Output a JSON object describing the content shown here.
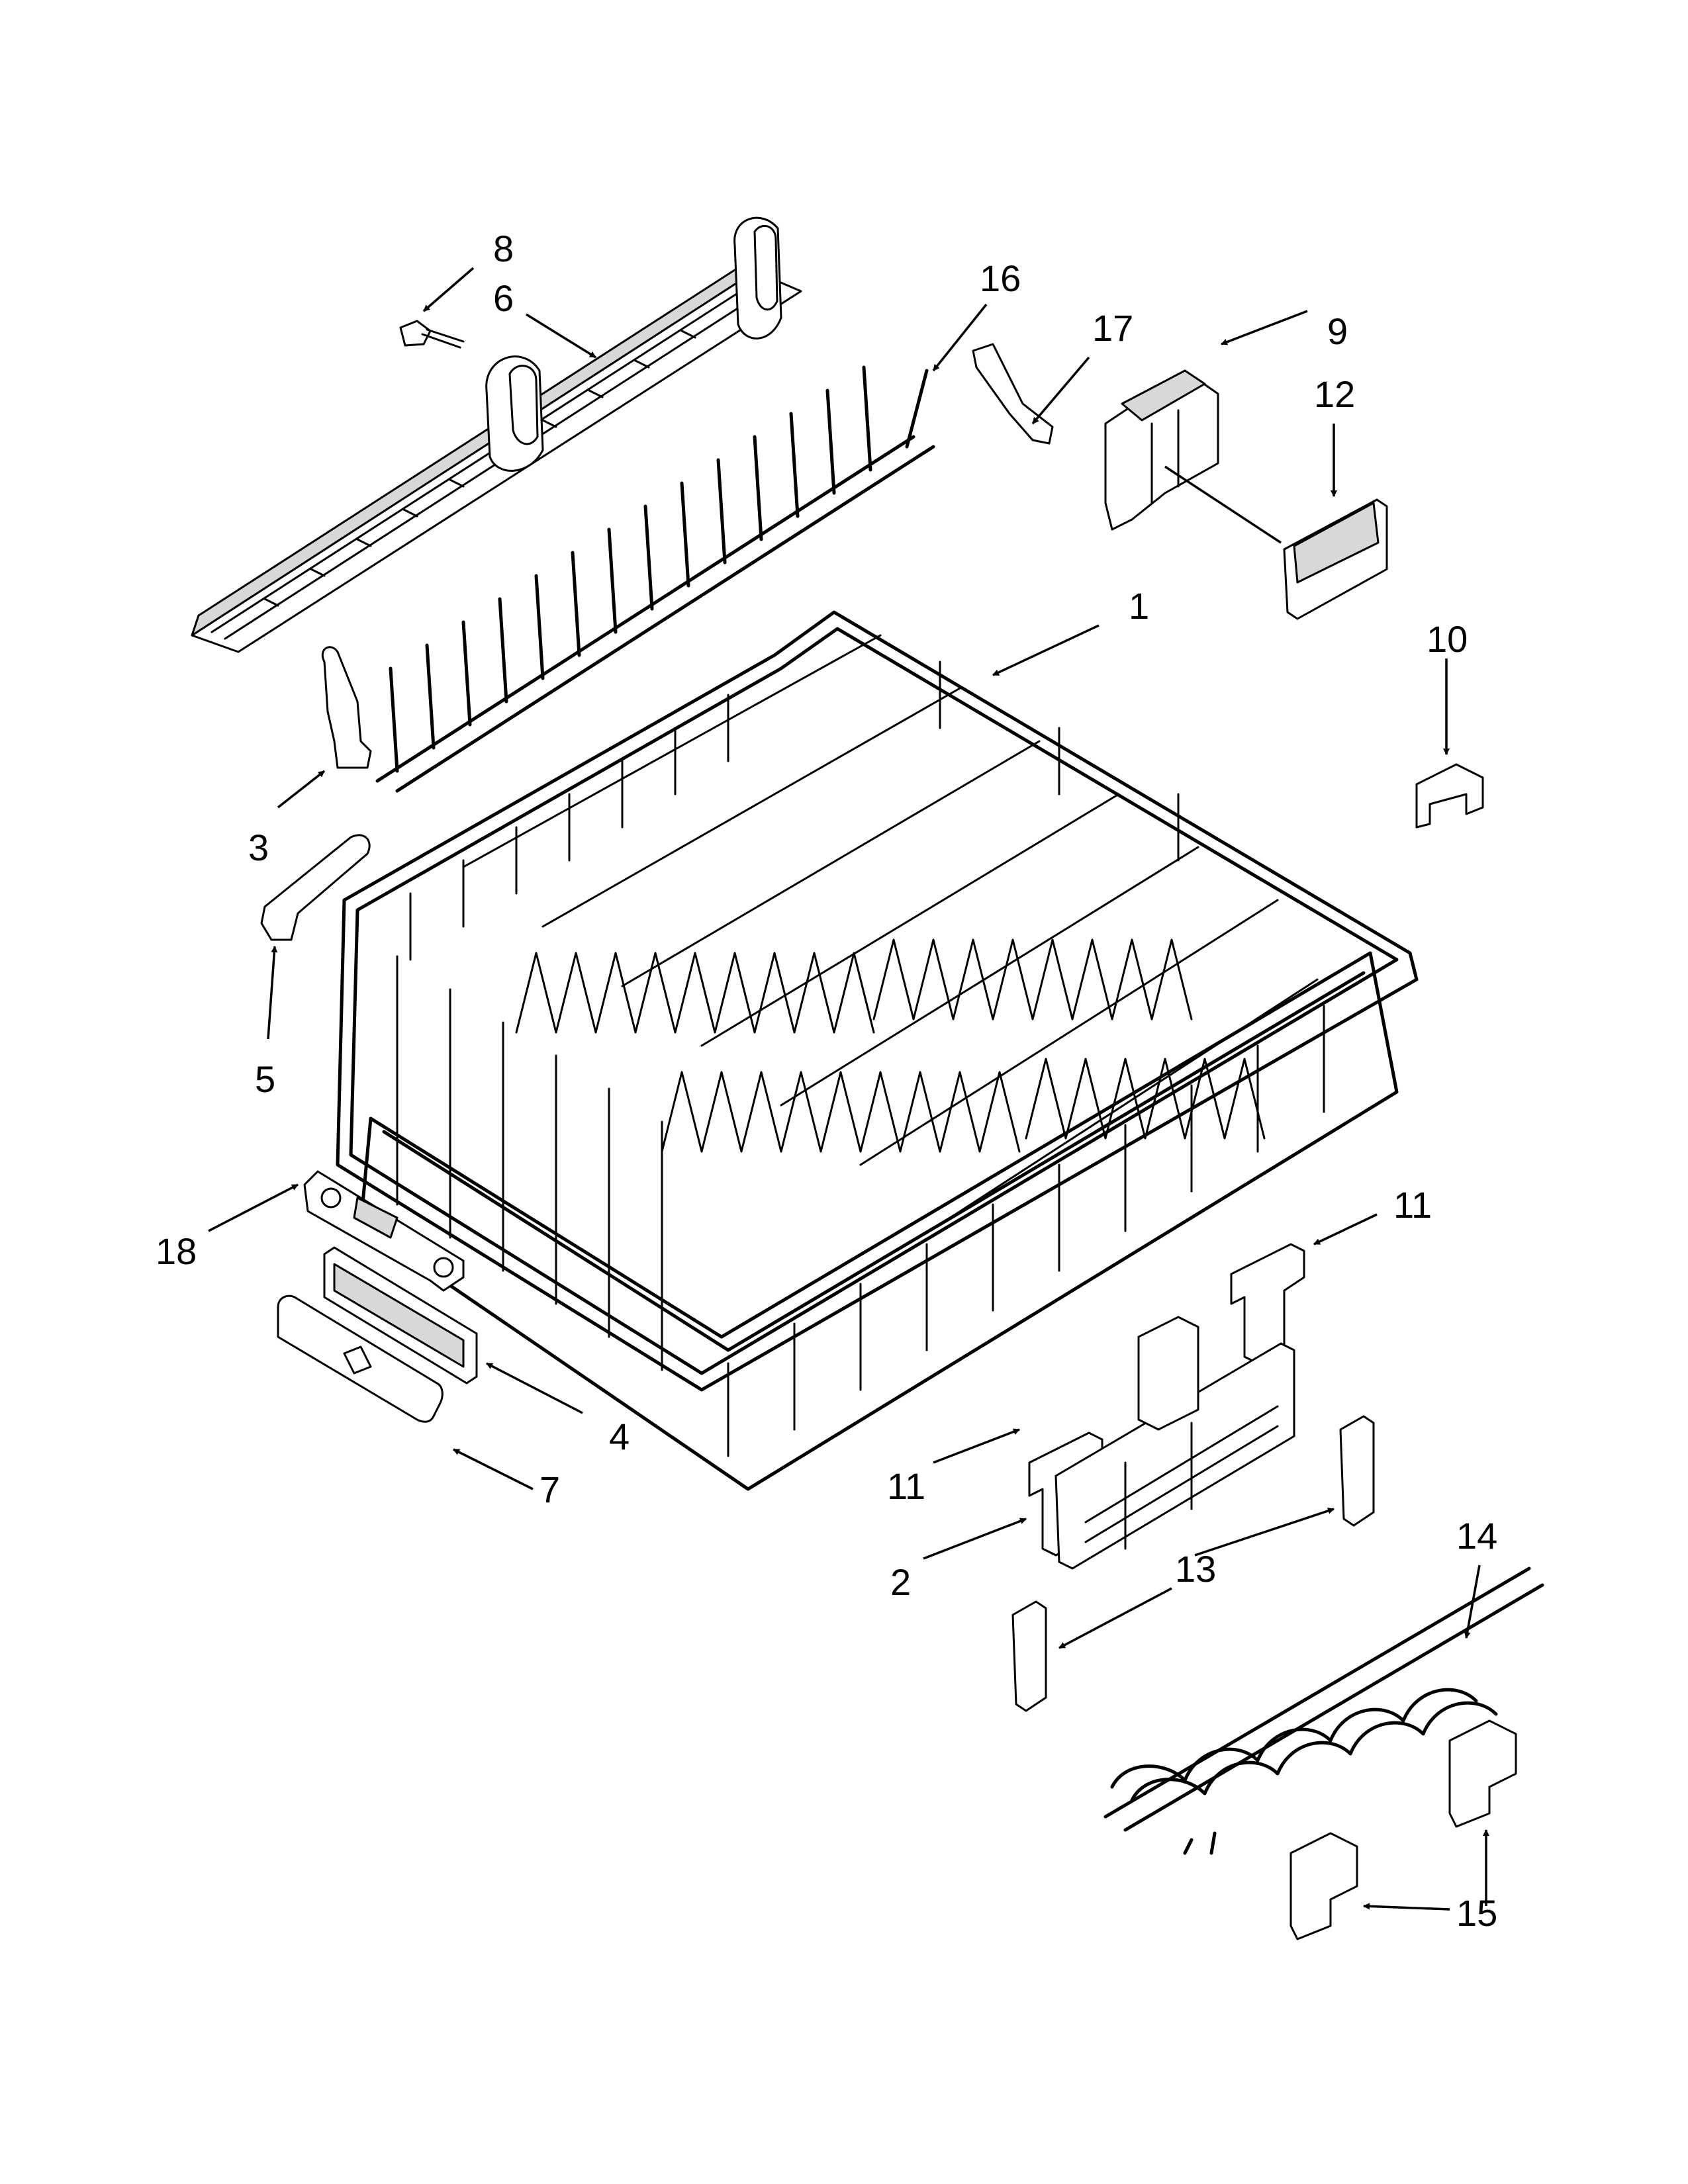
{
  "diagram": {
    "callouts": [
      {
        "id": "c1",
        "text": "1"
      },
      {
        "id": "c2",
        "text": "2"
      },
      {
        "id": "c3",
        "text": "3"
      },
      {
        "id": "c4",
        "text": "4"
      },
      {
        "id": "c5",
        "text": "5"
      },
      {
        "id": "c6",
        "text": "6"
      },
      {
        "id": "c7",
        "text": "7"
      },
      {
        "id": "c8",
        "text": "8"
      },
      {
        "id": "c9",
        "text": "9"
      },
      {
        "id": "c10",
        "text": "10"
      },
      {
        "id": "c11a",
        "text": "11"
      },
      {
        "id": "c11b",
        "text": "11"
      },
      {
        "id": "c12",
        "text": "12"
      },
      {
        "id": "c13",
        "text": "13"
      },
      {
        "id": "c14",
        "text": "14"
      },
      {
        "id": "c15",
        "text": "15"
      },
      {
        "id": "c16",
        "text": "16"
      },
      {
        "id": "c17",
        "text": "17"
      },
      {
        "id": "c18",
        "text": "18"
      }
    ]
  }
}
